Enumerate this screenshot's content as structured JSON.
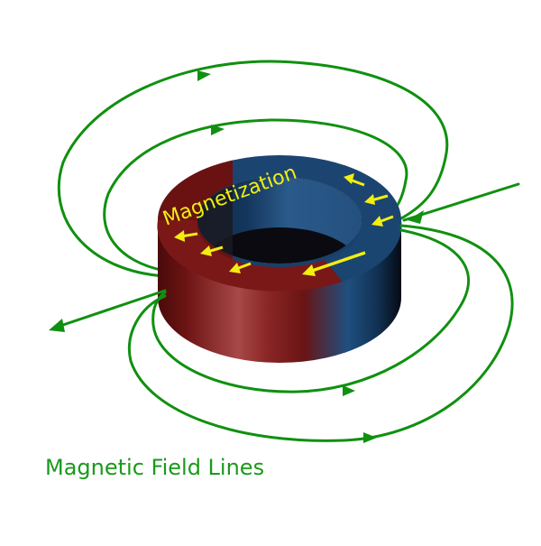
{
  "labels": {
    "magnetization": "Magnetization",
    "field_lines": "Magnetic Field Lines"
  },
  "colors": {
    "field_line": "#109010",
    "magnetization_arrow": "#f2ee10",
    "ring_north": "#7a1515",
    "ring_south": "#1c4a78"
  },
  "icons": {
    "magnetization_arrows": "yellow-arrow",
    "field_arrows": "green-arrowhead"
  }
}
